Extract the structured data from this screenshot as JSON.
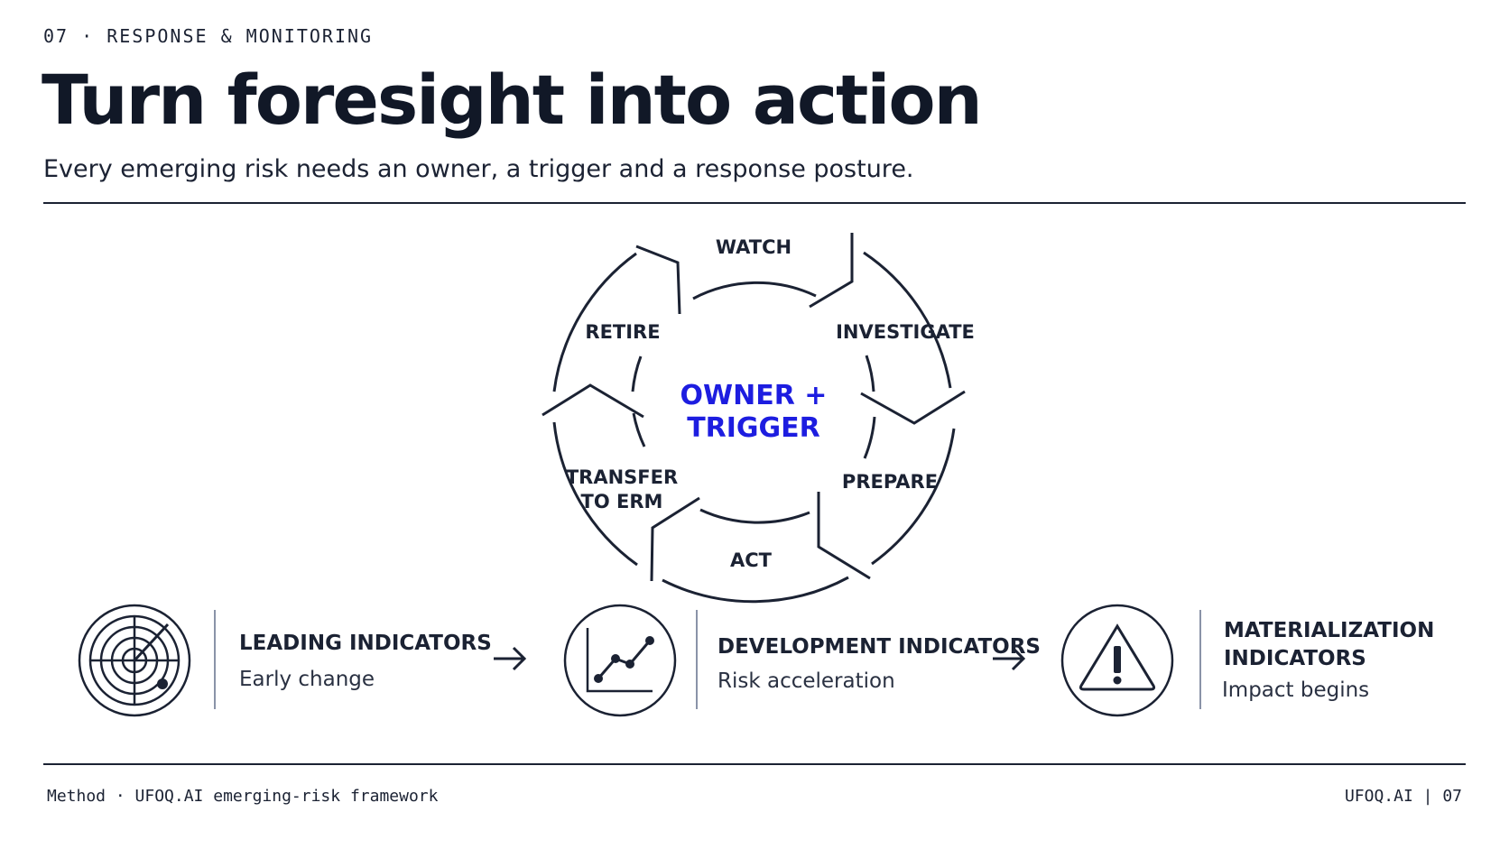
{
  "header": {
    "eyebrow": "07 · RESPONSE & MONITORING",
    "title": "Turn foresight into action",
    "subtitle": "Every emerging risk needs an owner, a trigger and a response posture."
  },
  "cycle": {
    "center_line1": "OWNER +",
    "center_line2": "TRIGGER",
    "stages": {
      "watch": "WATCH",
      "investigate": "INVESTIGATE",
      "prepare": "PREPARE",
      "act": "ACT",
      "transfer_line1": "TRANSFER",
      "transfer_line2": "TO ERM",
      "retire": "RETIRE"
    },
    "accent_color": "#1d1de0"
  },
  "indicators": [
    {
      "icon": "radar-icon",
      "title": "LEADING INDICATORS",
      "subtitle": "Early change"
    },
    {
      "icon": "line-chart-icon",
      "title": "DEVELOPMENT INDICATORS",
      "subtitle": "Risk acceleration"
    },
    {
      "icon": "warning-icon",
      "title_line1": "MATERIALIZATION",
      "title_line2": "INDICATORS",
      "subtitle": "Impact begins"
    }
  ],
  "footer": {
    "left": "Method · UFOQ.AI emerging-risk framework",
    "right": "UFOQ.AI | 07"
  }
}
